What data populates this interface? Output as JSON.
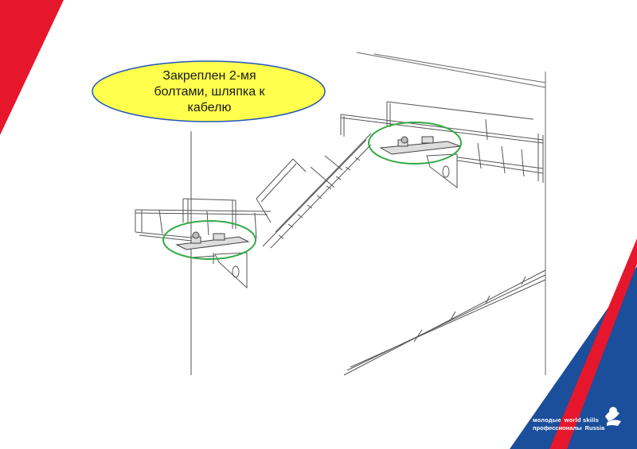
{
  "callout": {
    "line1": "Закреплен 2-мя",
    "line2": "болтами, шляпка к",
    "line3": "кабелю"
  },
  "logo": {
    "line1_a": "молодые",
    "line1_b": "world skills",
    "line2_a": "профессионалы",
    "line2_b": "Russia"
  },
  "colors": {
    "corner_red": "#e6172c",
    "corner_blue": "#1b4e9b",
    "callout_fill": "#ffff4d",
    "callout_stroke": "#2255bb",
    "highlight_green": "#33aa44",
    "drawing_stroke": "#555555"
  }
}
